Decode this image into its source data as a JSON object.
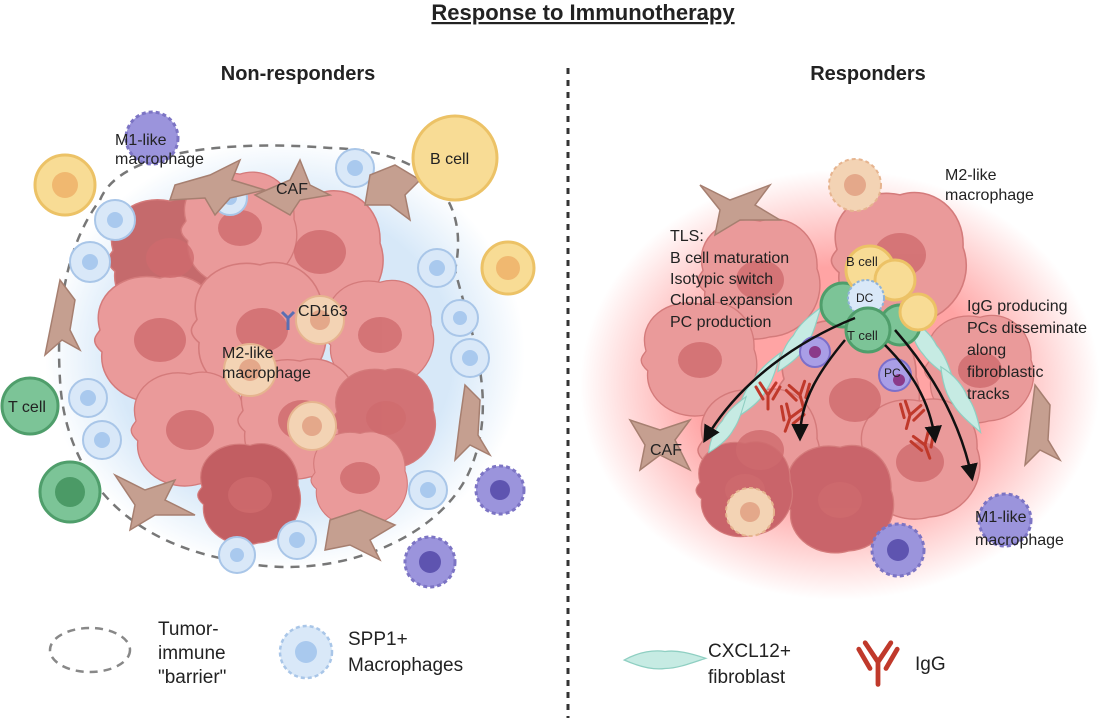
{
  "title": "Response to Immunotherapy",
  "panels": {
    "left": {
      "heading": "Non-responders",
      "labels": {
        "m1_line1": "M1-like",
        "m1_line2": "macrophage",
        "caf": "CAF",
        "b_cell": "B cell",
        "cd163": "CD163",
        "m2_line1": "M2-like",
        "m2_line2": "macrophage",
        "t_cell": "T cell"
      }
    },
    "right": {
      "heading": "Responders",
      "labels": {
        "tls": [
          "TLS:",
          "B cell maturation",
          "Isotypic switch",
          "Clonal expansion",
          "PC production"
        ],
        "m2_line1": "M2-like",
        "m2_line2": "macrophage",
        "b_cell": "B cell",
        "dc": "DC",
        "t_cell": "T cell",
        "pc": "PC",
        "igg_pcs": [
          "IgG producing",
          "PCs disseminate",
          "along",
          "fibroblastic",
          "tracks"
        ],
        "caf": "CAF",
        "m1_line1": "M1-like",
        "m1_line2": "macrophage"
      }
    }
  },
  "legend": {
    "barrier": [
      "Tumor-",
      "immune",
      "\"barrier\""
    ],
    "spp1": [
      "SPP1+",
      "Macrophages"
    ],
    "cxcl12": [
      "CXCL12+",
      "fibroblast"
    ],
    "igg": "IgG"
  },
  "colors": {
    "tumor": "#e99595",
    "tumor_dark": "#c95a5e",
    "b_cell": "#f6d27a",
    "t_cell": "#6fbf8a",
    "spp1": "#cfe3f6",
    "m1": "#8f86d2",
    "m2": "#f3cfae",
    "caf": "#b78f80",
    "fibroblast": "#bfe6df",
    "igg": "#c0392b",
    "glow": "#ff6b6b"
  }
}
